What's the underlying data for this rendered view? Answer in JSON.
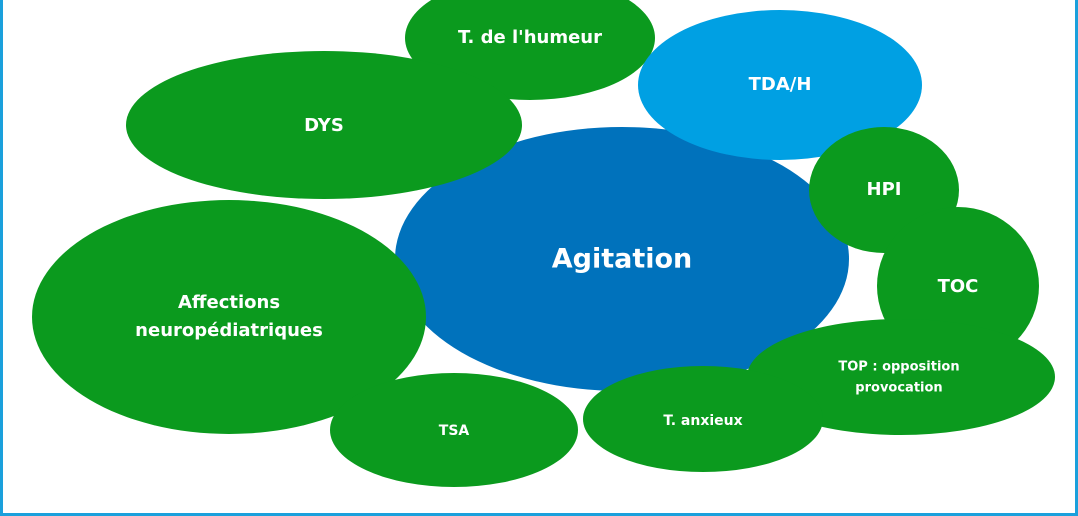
{
  "diagram": {
    "center": {
      "label": "Agitation",
      "color": "#0072bc"
    },
    "nodes": [
      {
        "id": "humeur",
        "label": "T. de l'humeur",
        "color": "#0b9a1e"
      },
      {
        "id": "tdah",
        "label": "TDA/H",
        "color": "#00a0e3"
      },
      {
        "id": "dys",
        "label": "DYS",
        "color": "#0b9a1e"
      },
      {
        "id": "hpi",
        "label": "HPI",
        "color": "#0b9a1e"
      },
      {
        "id": "toc",
        "label": "TOC",
        "color": "#0b9a1e"
      },
      {
        "id": "affections",
        "label_line1": "Affections",
        "label_line2": "neuropédiatriques",
        "color": "#0b9a1e"
      },
      {
        "id": "top",
        "label_line1": "TOP : opposition",
        "label_line2": "provocation",
        "color": "#0b9a1e"
      },
      {
        "id": "anxieux",
        "label": "T. anxieux",
        "color": "#0b9a1e"
      },
      {
        "id": "tsa",
        "label": "TSA",
        "color": "#0b9a1e"
      }
    ]
  }
}
